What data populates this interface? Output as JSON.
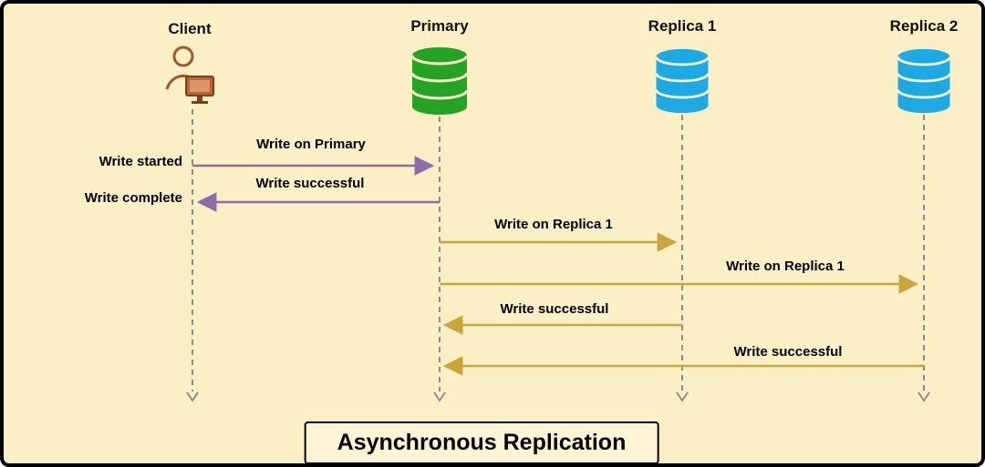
{
  "diagram": {
    "title": "Asynchronous Replication",
    "actors": [
      {
        "name": "Client",
        "icon": "client-person-icon"
      },
      {
        "name": "Primary",
        "icon": "database-icon-green"
      },
      {
        "name": "Replica 1",
        "icon": "database-icon-blue"
      },
      {
        "name": "Replica 2",
        "icon": "database-icon-blue"
      }
    ],
    "messages": [
      {
        "label": "Write on Primary",
        "from": "Client",
        "to": "Primary",
        "style": "purple",
        "side_label": "Write started"
      },
      {
        "label": "Write successful",
        "from": "Primary",
        "to": "Client",
        "style": "purple",
        "side_label": "Write complete"
      },
      {
        "label": "Write on Replica 1",
        "from": "Primary",
        "to": "Replica 1",
        "style": "gold"
      },
      {
        "label": "Write on Replica 1",
        "from": "Primary",
        "to": "Replica 2",
        "style": "gold"
      },
      {
        "label": "Write successful",
        "from": "Replica 1",
        "to": "Primary",
        "style": "gold"
      },
      {
        "label": "Write successful",
        "from": "Replica 2",
        "to": "Primary",
        "style": "gold"
      }
    ],
    "colors": {
      "background": "#FBEFC5",
      "border": "#000000",
      "purple_arrow": "#8F6CA9",
      "gold_arrow": "#C9A63C",
      "primary_db_green": "#24A324",
      "replica_db_blue": "#1CA9E4",
      "client_icon_brown": "#A1572C",
      "lifeline_gray": "#8C8C8C"
    }
  }
}
